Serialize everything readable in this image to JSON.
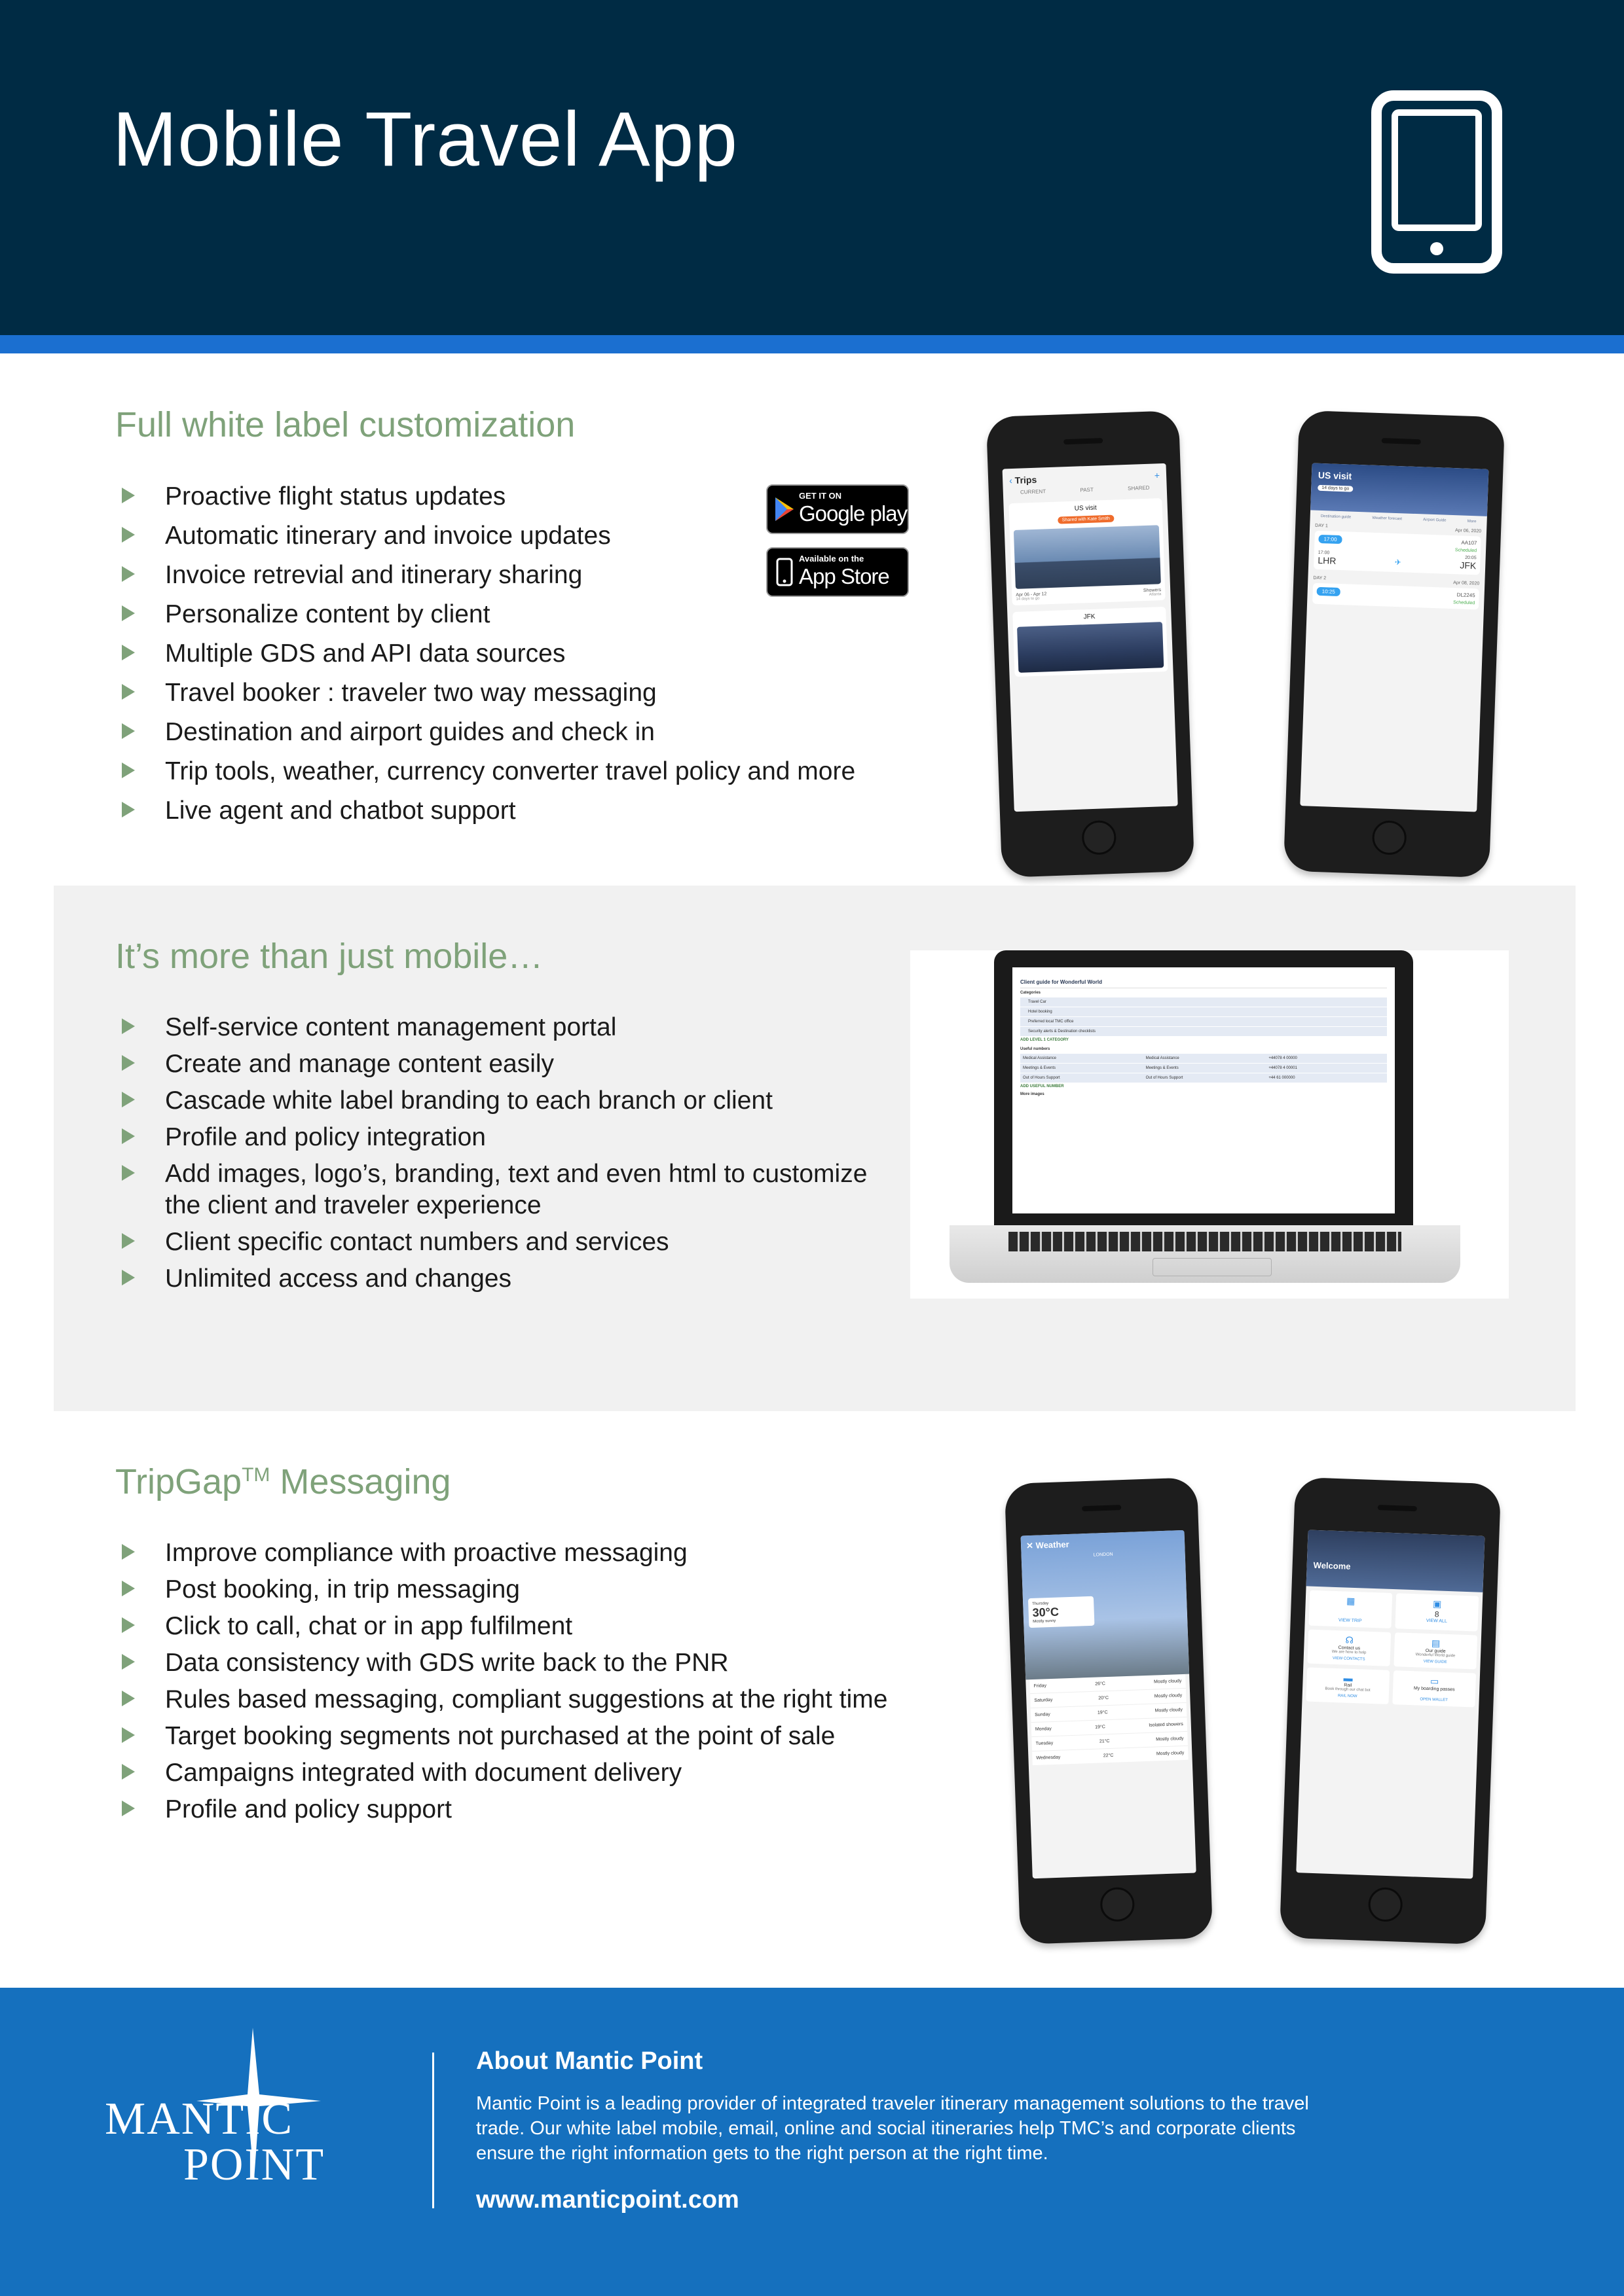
{
  "header": {
    "title": "Mobile Travel App",
    "icon": "tablet-icon",
    "background": "#002b44",
    "stripe_color": "#1b6fd0"
  },
  "section1": {
    "title": "Full white label customization",
    "bullets": [
      "Proactive flight status updates",
      "Automatic itinerary and invoice updates",
      "Invoice retrevial and itinerary sharing",
      "Personalize content by client",
      "Multiple GDS and API data sources",
      "Travel booker : traveler two way messaging",
      "Destination and airport guides and check in",
      "Trip tools, weather, currency converter travel policy and more",
      "Live agent and chatbot support"
    ],
    "badges": {
      "google_small": "GET IT ON",
      "google_big": "Google play",
      "apple_small": "Available on the",
      "apple_big": "App Store"
    }
  },
  "section2": {
    "title": "It’s more than just mobile…",
    "bullets": [
      "Self-service content management portal",
      "Create and manage content easily",
      "Cascade white label branding to each branch or client",
      "Profile and policy integration",
      "Add images, logo’s, branding, text and even html to customize the client and traveler experience",
      "Client specific contact numbers and services",
      "Unlimited access and changes"
    ]
  },
  "section3": {
    "title_main": "TripGap",
    "title_sup": "TM",
    "title_rest": " Messaging",
    "bullets": [
      "Improve compliance with proactive messaging",
      "Post booking, in trip messaging",
      "Click to call, chat or in app fulfilment",
      "Data consistency  with GDS write back to the PNR",
      "Rules based messaging, compliant suggestions at the right time",
      "Target booking segments not purchased at the point of sale",
      "Campaigns integrated with document delivery",
      "Profile and policy support"
    ]
  },
  "footer": {
    "about_title": "About Mantic Point",
    "about_text": "Mantic Point is a leading provider of integrated traveler itinerary management solutions to the travel trade. Our white label mobile, email, online and social itineraries help TMC’s and corporate clients ensure the right information gets to the right person at the right time.",
    "url": "www.manticpoint.com",
    "logo_line1": "MANTIC",
    "logo_line2": "POINT",
    "background": "#1570be"
  },
  "screens": {
    "trips": {
      "title": "Trips",
      "tabs": [
        "CURRENT",
        "PAST",
        "SHARED"
      ],
      "card1_title": "US visit",
      "card1_tag": "Shared with Kate Smith",
      "card1_dates": "Apr 06 - Apr 12",
      "card1_days": "14 days to go",
      "card1_weather": "Showers",
      "card1_city": "Atlanta",
      "card2_title": "JFK"
    },
    "trip_detail": {
      "title": "US visit",
      "countdown": "14 days to go",
      "actions": [
        "Destination guide",
        "Weather forecast",
        "Airport Guide",
        "More"
      ],
      "day1": "DAY 1",
      "day1_date": "Apr 06, 2020",
      "time1": "17:00",
      "flight_no": "AA107",
      "status1": "Scheduled",
      "dep_time": "17:00",
      "arr_time": "20:05",
      "dep": "LHR",
      "arr": "JFK",
      "day2": "DAY 2",
      "day2_date": "Apr 08, 2020",
      "time2": "10:25",
      "flight_no2": "DL2245",
      "status2": "Scheduled"
    },
    "weather": {
      "title": "Weather",
      "city": "LONDON",
      "day": "Thursday",
      "temp": "30°C",
      "desc": "Mostly sunny",
      "rows": [
        {
          "day": "Friday",
          "temp": "26°C",
          "desc": "Mostly cloudy"
        },
        {
          "day": "Saturday",
          "temp": "20°C",
          "desc": "Mostly cloudy"
        },
        {
          "day": "Sunday",
          "temp": "19°C",
          "desc": "Mostly cloudy"
        },
        {
          "day": "Monday",
          "temp": "19°C",
          "desc": "Isolated showers"
        },
        {
          "day": "Tuesday",
          "temp": "21°C",
          "desc": "Mostly cloudy"
        },
        {
          "day": "Wednesday",
          "temp": "22°C",
          "desc": "Mostly cloudy"
        }
      ]
    },
    "welcome": {
      "title": "Welcome",
      "tiles": [
        {
          "label": "Contact us",
          "sub": "We are here to help",
          "link": "VIEW CONTACTS"
        },
        {
          "label": "Our guide",
          "sub": "Wonderful World guide",
          "link": "VIEW GUIDE"
        },
        {
          "label": "Rail",
          "sub": "Book through our chat bot",
          "link": "RAIL NOW"
        },
        {
          "label": "My boarding passes",
          "sub": "",
          "link": "OPEN WALLET"
        }
      ],
      "top_left": "VIEW TRIP",
      "top_right_count": "8",
      "top_right_link": "VIEW ALL"
    },
    "laptop": {
      "heading": "Client guide for Wonderful World",
      "categories_label": "Categories",
      "rows": [
        "Travel Car",
        "Hotel booking",
        "Preferred local TMC office",
        "Security alerts & Destination checklists"
      ],
      "add_label": "ADD LEVEL 1 CATEGORY",
      "useful_label": "Useful numbers",
      "numbers": [
        [
          "Medical Assistance",
          "Medical Assistance",
          "+44078 4 00000"
        ],
        [
          "Meetings & Events",
          "Meetings & Events",
          "+44078 4 00001"
        ],
        [
          "Out of Hours Support",
          "Out of Hours Support",
          "+44 61 000000"
        ]
      ],
      "add_useful": "ADD USEFUL NUMBER",
      "more_images": "More images"
    }
  }
}
